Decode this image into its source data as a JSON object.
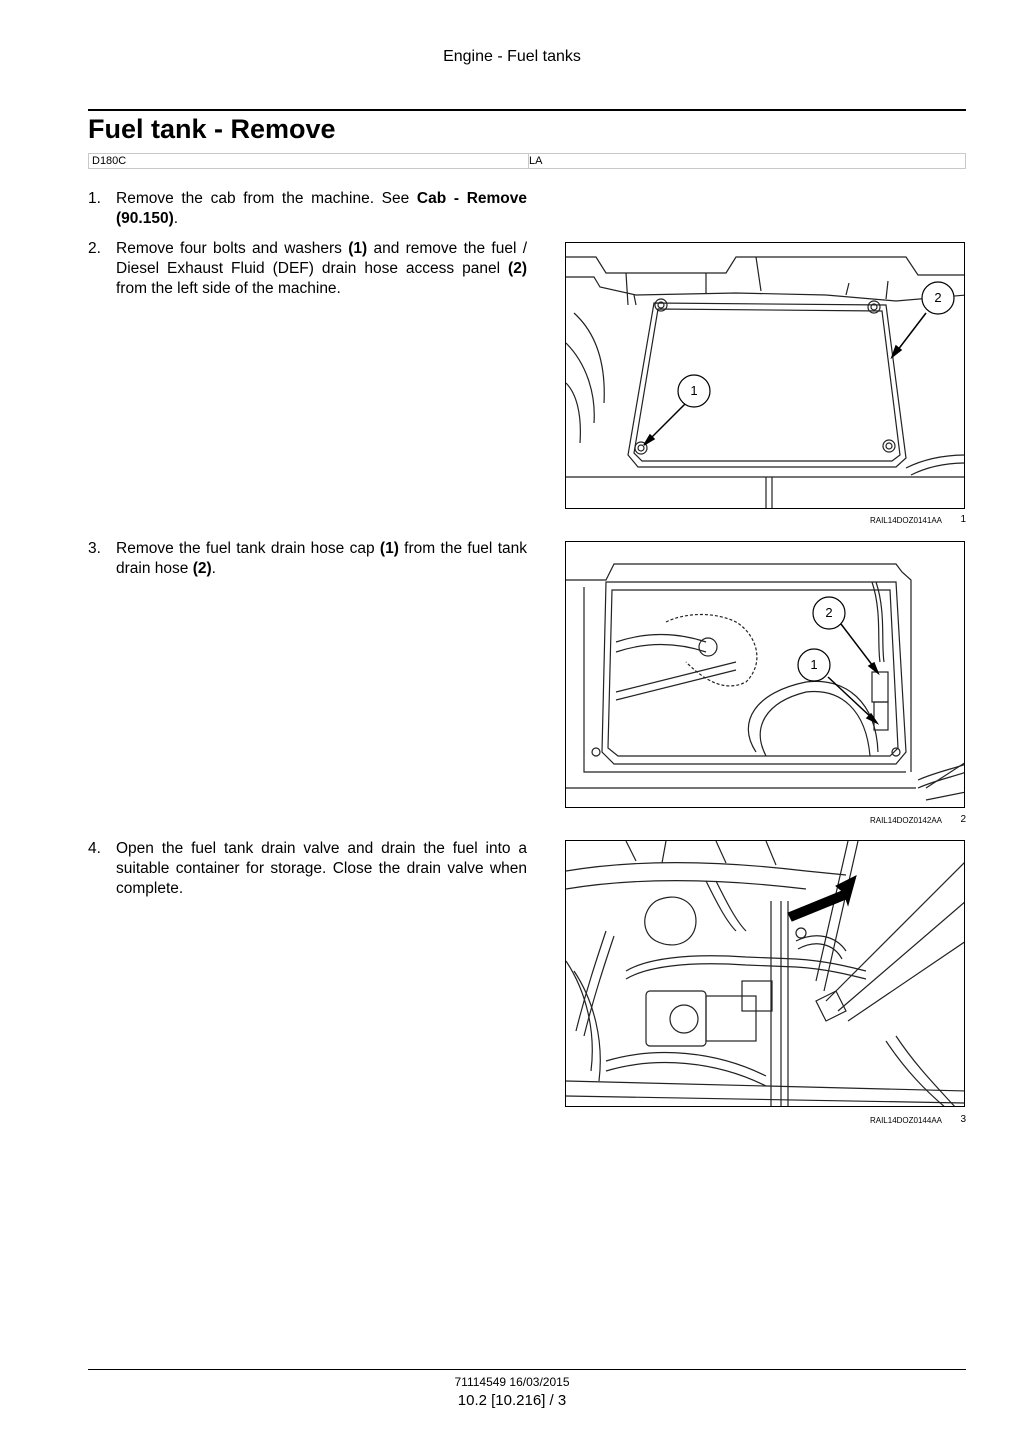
{
  "header": {
    "section": "Engine - Fuel tanks"
  },
  "title": "Fuel tank - Remove",
  "applicability": {
    "model": "D180C",
    "region": "LA"
  },
  "steps": [
    {
      "number": "1.",
      "text_before": "Remove the cab from the machine.  See ",
      "ref_bold": "Cab - Remove (90.150)",
      "text_after": "."
    },
    {
      "number": "2.",
      "seg1": "Remove four bolts and washers ",
      "b1": "(1)",
      "seg2": " and remove the fuel / Diesel Exhaust Fluid (DEF) drain hose access panel ",
      "b2": "(2)",
      "seg3": " from the left side of the machine."
    },
    {
      "number": "3.",
      "seg1": "Remove the fuel tank drain hose cap ",
      "b1": "(1)",
      "seg2": " from the fuel tank drain hose ",
      "b2": "(2)",
      "seg3": "."
    },
    {
      "number": "4.",
      "text": "Open the fuel tank drain valve and drain the fuel into a suitable container for storage.  Close the drain valve when complete."
    }
  ],
  "figures": [
    {
      "caption": "RAIL14DOZ0141AA",
      "number": "1",
      "callouts": [
        "1",
        "2"
      ]
    },
    {
      "caption": "RAIL14DOZ0142AA",
      "number": "2",
      "callouts": [
        "2",
        "1"
      ]
    },
    {
      "caption": "RAIL14DOZ0144AA",
      "number": "3"
    }
  ],
  "footer": {
    "doc": "71114549 16/03/2015",
    "page": "10.2 [10.216] / 3"
  }
}
